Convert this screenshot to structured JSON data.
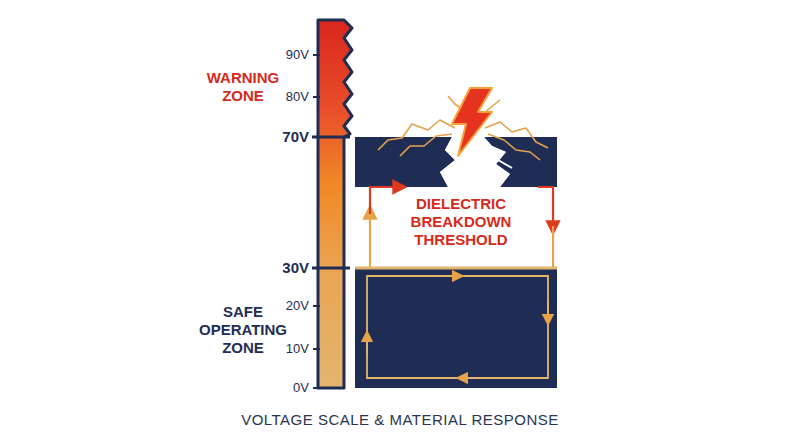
{
  "diagram": {
    "caption": "VOLTAGE SCALE & MATERIAL RESPONSE",
    "labels": [
      "90V",
      "80V",
      "70V",
      "30V",
      "20V",
      "10V",
      "0V",
      "WARNING ZONE",
      "SAFE OPERATING ZONE",
      "DIELECTRIC BREAKDOWN THRESHOLD"
    ]
  }
}
